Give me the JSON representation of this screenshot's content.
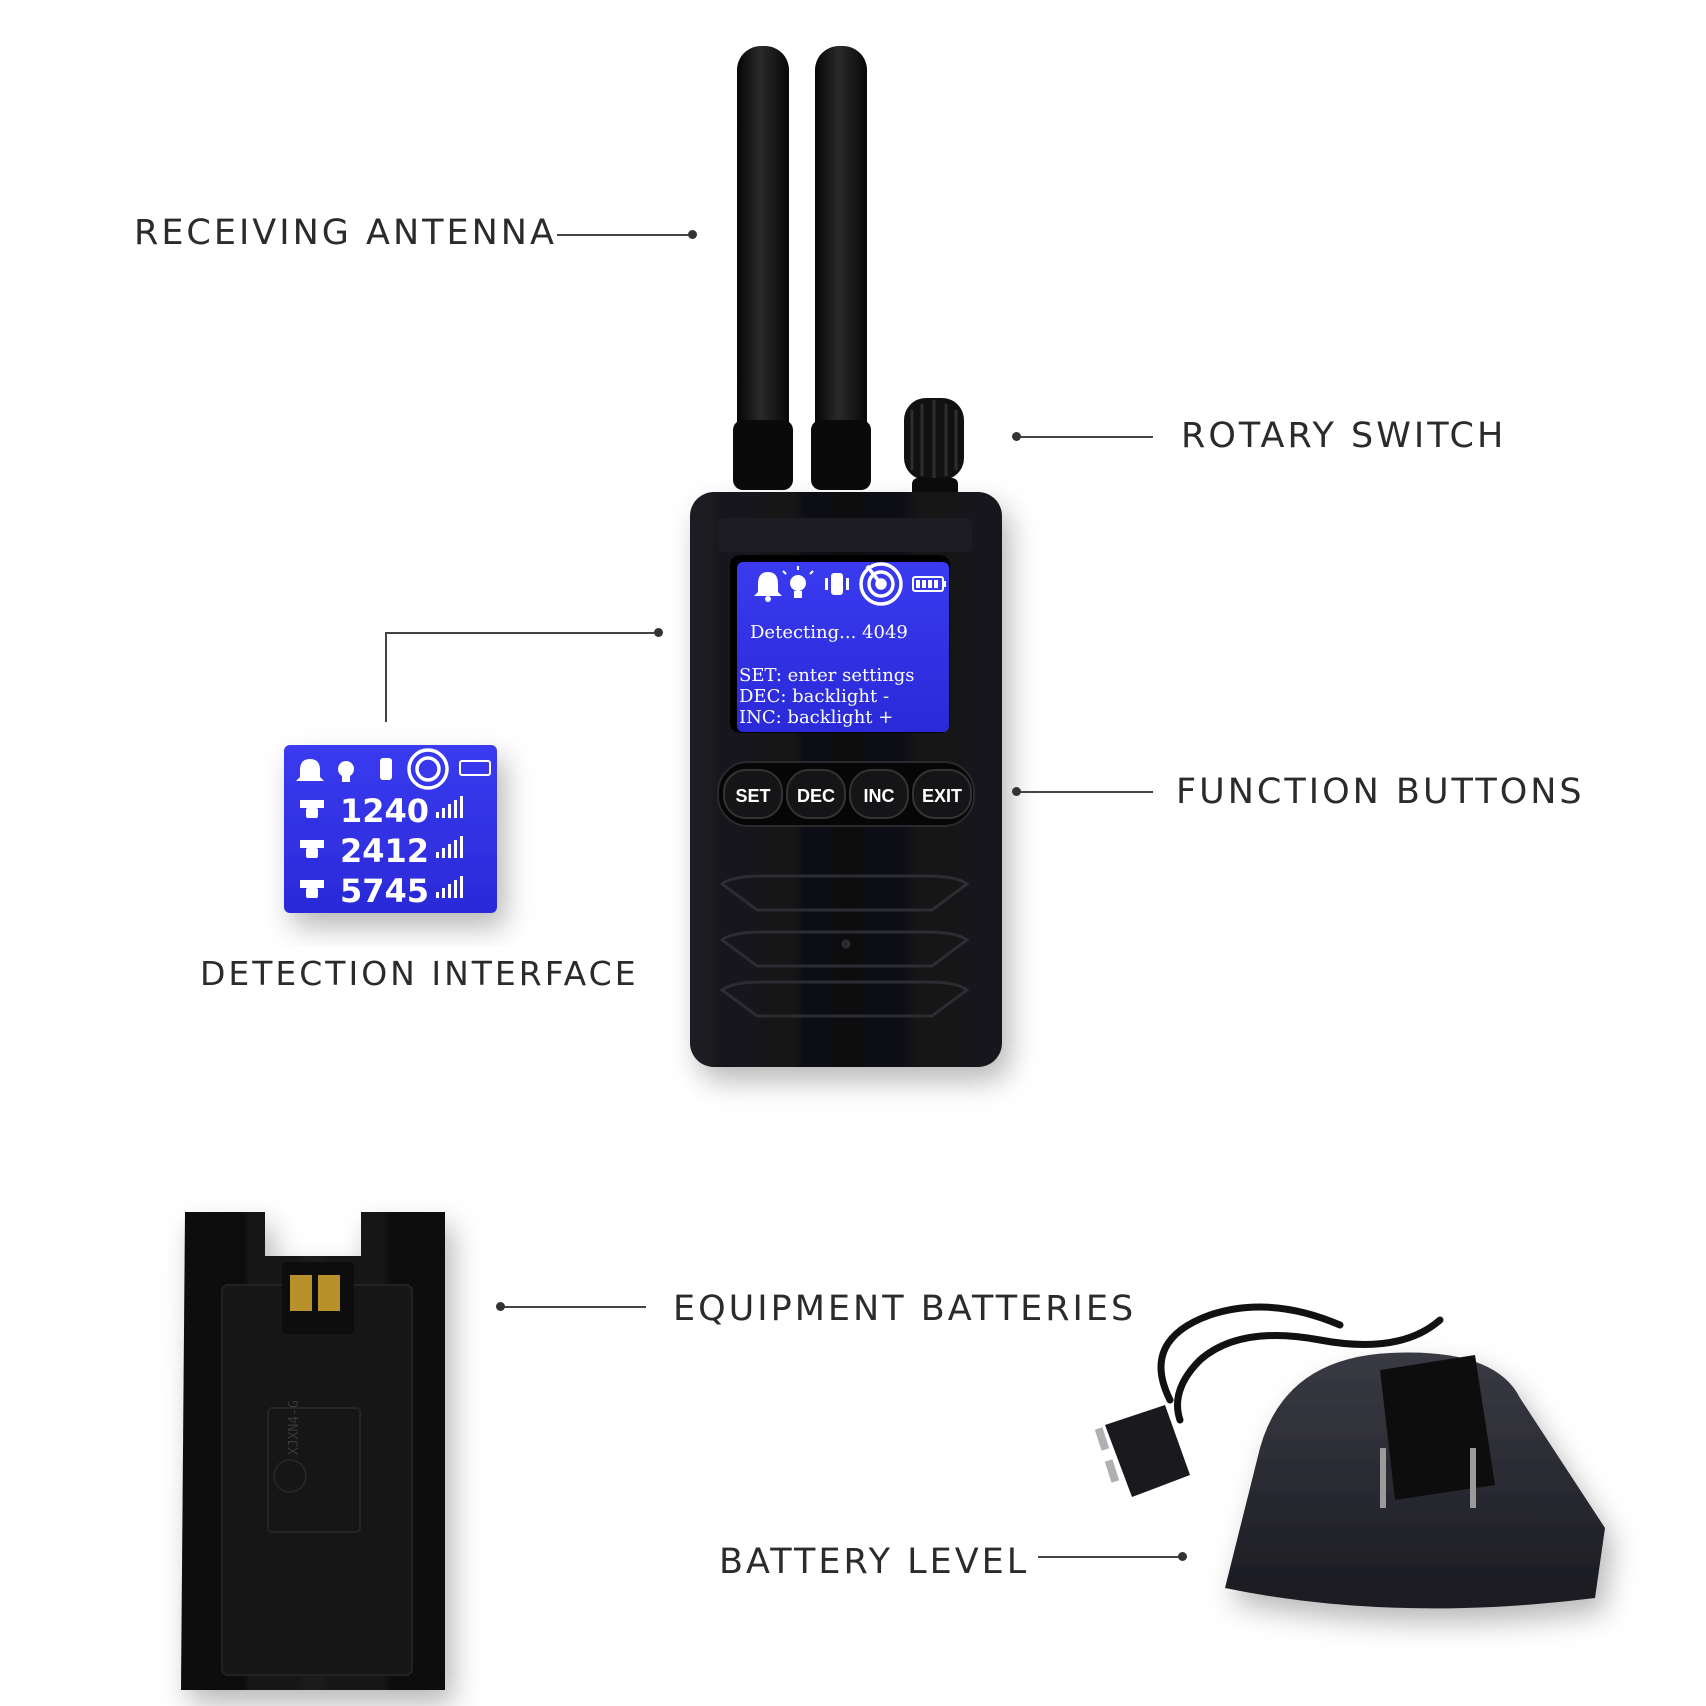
{
  "callouts": {
    "receiving_antenna": "RECEIVING ANTENNA",
    "rotary_switch": "ROTARY SWITCH",
    "function_buttons": "FUNCTION BUTTONS",
    "detection_interface": "DETECTION INTERFACE",
    "equipment_batteries": "EQUIPMENT BATTERIES",
    "battery_level": "BATTERY LEVEL"
  },
  "device_screen": {
    "status_line": "Detecting... 4049",
    "line_set": "SET: enter settings",
    "line_dec": "DEC: backlight -",
    "line_inc": "INC: backlight +",
    "icons": [
      "bell-icon",
      "bulb-icon",
      "vibrate-icon",
      "radar-icon",
      "battery-icon"
    ]
  },
  "buttons": {
    "set": "SET",
    "dec": "DEC",
    "inc": "INC",
    "exit": "EXIT"
  },
  "detection_interface": {
    "frequencies": [
      "1240",
      "2412",
      "5745"
    ]
  },
  "battery": {
    "model_label": "XJXN4-G"
  },
  "colors": {
    "screen_blue": "#2f2fe8",
    "device_body": "#0d0d10",
    "text": "#2b2b2b"
  }
}
